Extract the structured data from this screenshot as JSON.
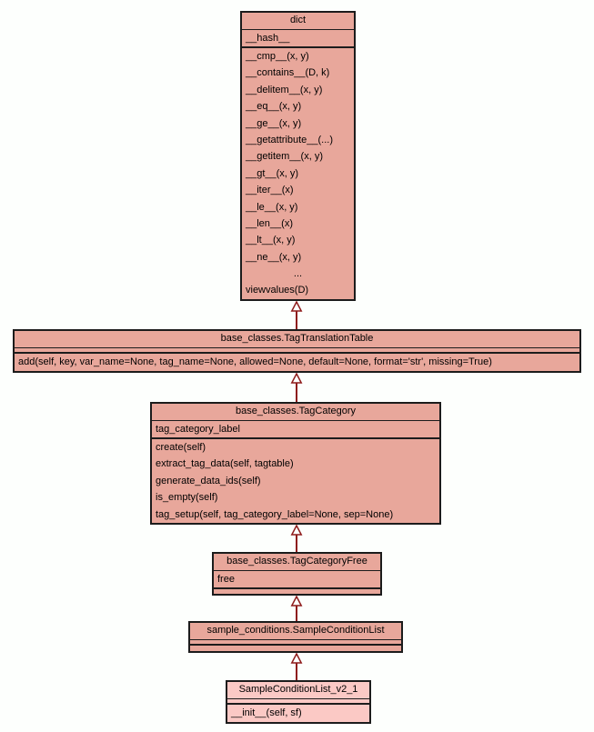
{
  "diagram": {
    "type": "uml-class-inheritance",
    "colors": {
      "background": "#fdfffd",
      "node_fill": "#e8a79b",
      "highlight_fill": "#fbc9c5",
      "border": "#1c1c1c",
      "arrow": "#8e1b1b"
    },
    "classes": [
      {
        "title": "dict",
        "attributes": [
          "__hash__"
        ],
        "methods": [
          "__cmp__(x, y)",
          "__contains__(D, k)",
          "__delitem__(x, y)",
          "__eq__(x, y)",
          "__ge__(x, y)",
          "__getattribute__(...)",
          "__getitem__(x, y)",
          "__gt__(x, y)",
          "__iter__(x)",
          "__le__(x, y)",
          "__len__(x)",
          "__lt__(x, y)",
          "__ne__(x, y)",
          "...",
          "viewvalues(D)"
        ],
        "highlighted": false
      },
      {
        "title": "base_classes.TagTranslationTable",
        "attributes": [],
        "methods": [
          "add(self, key, var_name=None, tag_name=None, allowed=None, default=None, format='str', missing=True)"
        ],
        "highlighted": false
      },
      {
        "title": "base_classes.TagCategory",
        "attributes": [
          "tag_category_label"
        ],
        "methods": [
          "create(self)",
          "extract_tag_data(self, tagtable)",
          "generate_data_ids(self)",
          "is_empty(self)",
          "tag_setup(self, tag_category_label=None, sep=None)"
        ],
        "highlighted": false
      },
      {
        "title": "base_classes.TagCategoryFree",
        "attributes": [
          "free"
        ],
        "methods": [],
        "highlighted": false
      },
      {
        "title": "sample_conditions.SampleConditionList",
        "attributes": [],
        "methods": [],
        "highlighted": false
      },
      {
        "title": "SampleConditionList_v2_1",
        "attributes": [],
        "methods": [
          "__init__(self, sf)"
        ],
        "highlighted": true
      }
    ],
    "edges": [
      {
        "from": "base_classes.TagTranslationTable",
        "to": "dict",
        "type": "inheritance"
      },
      {
        "from": "base_classes.TagCategory",
        "to": "base_classes.TagTranslationTable",
        "type": "inheritance"
      },
      {
        "from": "base_classes.TagCategoryFree",
        "to": "base_classes.TagCategory",
        "type": "inheritance"
      },
      {
        "from": "sample_conditions.SampleConditionList",
        "to": "base_classes.TagCategoryFree",
        "type": "inheritance"
      },
      {
        "from": "SampleConditionList_v2_1",
        "to": "sample_conditions.SampleConditionList",
        "type": "inheritance"
      }
    ]
  }
}
